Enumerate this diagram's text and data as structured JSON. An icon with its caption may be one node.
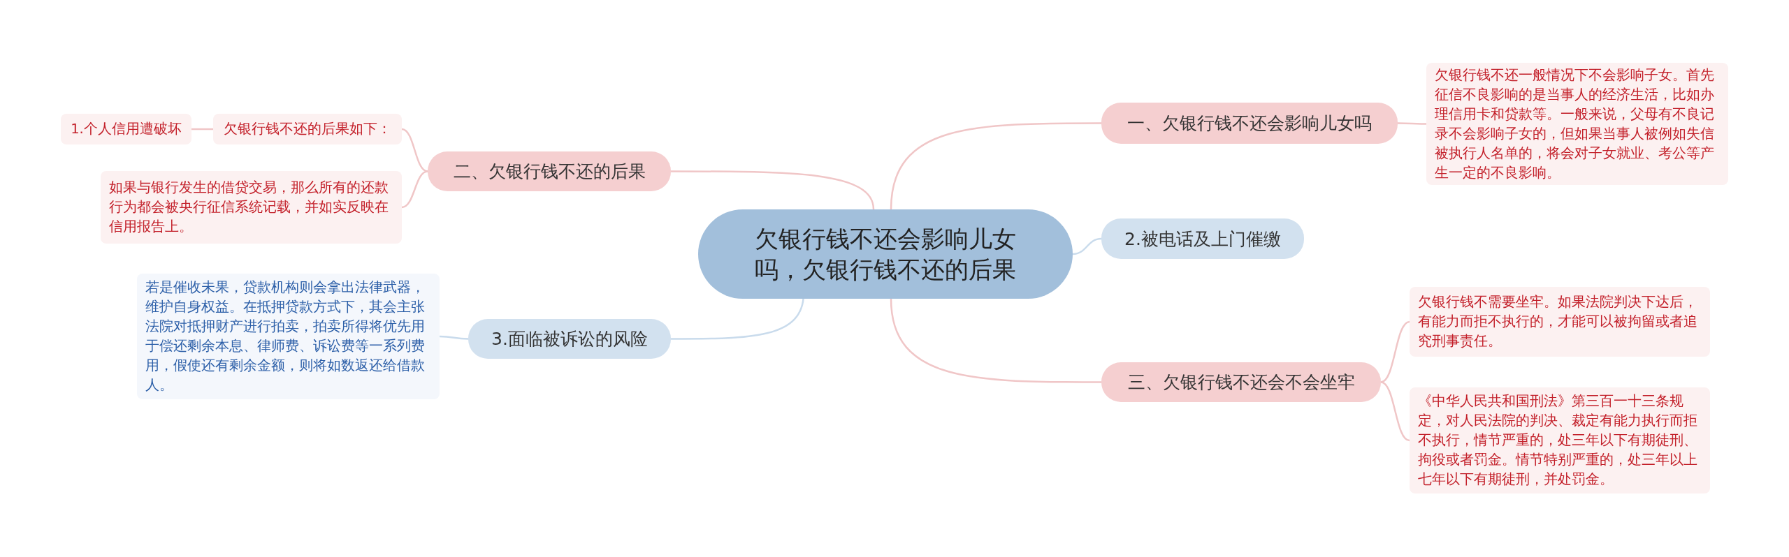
{
  "diagram": {
    "nodes": [
      {
        "text": [
          "欠银行钱不还会影响儿女吗，欠银行钱不还的后果"
        ]
      },
      {
        "text": [
          "一、欠银行钱不还会影响儿女吗"
        ]
      },
      {
        "text": [
          "欠银行钱不还一般情况下不会影响子女。首先征信不良影响的是当事人的经济生活，比如办理信用卡和贷款等。一般来说，父母有不良记录不会影响子女的，但如果当事人被例如失信被执行人名单的，将会对子女就业、考公等产生一定的不良影响。"
        ]
      },
      {
        "text": [
          "2.被电话及上门催缴"
        ]
      },
      {
        "text": [
          "三、欠银行钱不还会不会坐牢"
        ]
      },
      {
        "text": [
          "欠银行钱不需要坐牢。如果法院判决下达后，有能力而拒不执行的，才能可以被拘留或者追究刑事责任。"
        ]
      },
      {
        "text": [
          "《中华人民共和国刑法》第三百一十三条规定，对人民法院的判决、裁定有能力执行而拒不执行，情节严重的，处三年以下有期徒刑、拘役或者罚金。情节特别严重的，处三年以上七年以下有期徒刑，并处罚金。"
        ]
      },
      {
        "text": [
          "二、欠银行钱不还的后果"
        ]
      },
      {
        "text": [
          "欠银行钱不还的后果如下："
        ]
      },
      {
        "text": [
          "1.个人信用遭破坏"
        ]
      },
      {
        "text": [
          "如果与银行发生的借贷交易，那么所有的还款行为都会被央行征信系统记载，并如实反映在信用报告上。"
        ]
      },
      {
        "text": [
          "3.面临被诉讼的风险"
        ]
      },
      {
        "text": [
          "若是催收未果，贷款机构则会拿出法律武器，维护自身权益。在抵押贷款方式下，其会主张法院对抵押财产进行拍卖，拍卖所得将优先用于偿还剩余本息、律师费、诉讼费等一系列费用，假使还有剩余金额，则将如数返还给借款人。"
        ]
      }
    ],
    "edges": [
      {
        "from": 0,
        "to": 1,
        "arrow": "none"
      },
      {
        "from": 1,
        "to": 2,
        "arrow": "none"
      },
      {
        "from": 0,
        "to": 3,
        "arrow": "none",
        "color": "#c9dbec"
      },
      {
        "from": 0,
        "to": 4,
        "arrow": "none"
      },
      {
        "from": 4,
        "to": 5,
        "arrow": "none"
      },
      {
        "from": 4,
        "to": 6,
        "arrow": "none"
      },
      {
        "from": 0,
        "to": 7,
        "arrow": "none"
      },
      {
        "from": 7,
        "to": 8,
        "arrow": "none"
      },
      {
        "from": 8,
        "to": 9,
        "arrow": "none"
      },
      {
        "from": 7,
        "to": 10,
        "arrow": "none"
      },
      {
        "from": 0,
        "to": 11,
        "arrow": "none",
        "color": "#c9dbec"
      },
      {
        "from": 11,
        "to": 12,
        "arrow": "none",
        "color": "#c9dbec"
      }
    ]
  }
}
